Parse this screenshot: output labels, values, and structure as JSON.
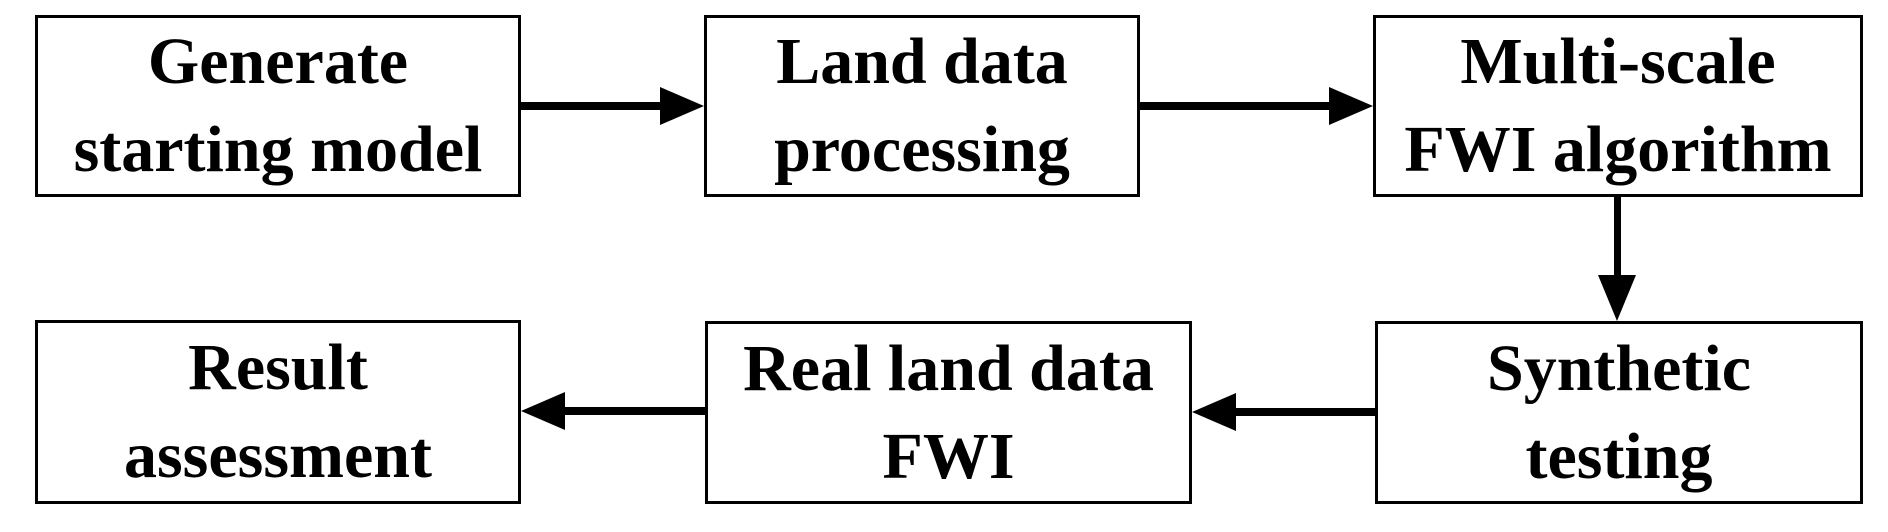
{
  "diagram": {
    "type": "flowchart",
    "colors": {
      "box_border": "#000000",
      "box_fill": "#ffffff",
      "text": "#000000",
      "arrow": "#000000"
    },
    "nodes": [
      {
        "id": "generate-starting-model",
        "label": "Generate starting model",
        "lines": [
          "Generate",
          "starting model"
        ]
      },
      {
        "id": "land-data-processing",
        "label": "Land data processing",
        "lines": [
          "Land data",
          "processing"
        ]
      },
      {
        "id": "multi-scale-fwi-algorithm",
        "label": "Multi-scale FWI algorithm",
        "lines": [
          "Multi-scale",
          "FWI algorithm"
        ]
      },
      {
        "id": "synthetic-testing",
        "label": "Synthetic testing",
        "lines": [
          "Synthetic",
          "testing"
        ]
      },
      {
        "id": "real-land-data-fwi",
        "label": "Real land data FWI",
        "lines": [
          "Real land data",
          "FWI"
        ]
      },
      {
        "id": "result-assessment",
        "label": "Result assessment",
        "lines": [
          "Result",
          "assessment"
        ]
      }
    ],
    "edges": [
      {
        "from": "generate-starting-model",
        "to": "land-data-processing",
        "direction": "right"
      },
      {
        "from": "land-data-processing",
        "to": "multi-scale-fwi-algorithm",
        "direction": "right"
      },
      {
        "from": "multi-scale-fwi-algorithm",
        "to": "synthetic-testing",
        "direction": "down"
      },
      {
        "from": "synthetic-testing",
        "to": "real-land-data-fwi",
        "direction": "left"
      },
      {
        "from": "real-land-data-fwi",
        "to": "result-assessment",
        "direction": "left"
      }
    ]
  }
}
